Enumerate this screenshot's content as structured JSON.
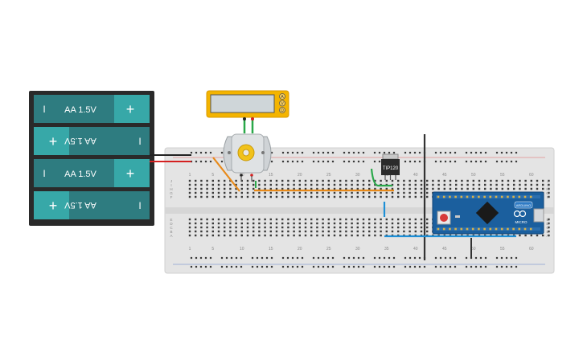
{
  "battery_pack": {
    "cells": [
      {
        "label": "AA 1.5V",
        "minus": "I",
        "plus": "+",
        "flipped": false
      },
      {
        "label": "AA 1.5V",
        "minus": "I",
        "plus": "+",
        "flipped": true
      },
      {
        "label": "AA 1.5V",
        "minus": "I",
        "plus": "+",
        "flipped": false
      },
      {
        "label": "AA 1.5V",
        "minus": "I",
        "plus": "+",
        "flipped": true
      }
    ]
  },
  "multimeter": {
    "buttons": [
      "A",
      "V",
      "Ω"
    ]
  },
  "transistor": {
    "label": "TIP120"
  },
  "arduino": {
    "board_label": "ARDUINO",
    "brand_label": "MICRO"
  },
  "breadboard": {
    "column_numbers": [
      "1",
      "5",
      "10",
      "15",
      "20",
      "25",
      "30",
      "35",
      "40",
      "45",
      "50",
      "55",
      "60"
    ],
    "row_letters_top": [
      "J",
      "I",
      "H",
      "G",
      "F"
    ],
    "row_letters_bottom": [
      "E",
      "D",
      "C",
      "B",
      "A"
    ]
  },
  "colors": {
    "battery_body": "#2a2a2a",
    "battery_cell": "#2e7c80",
    "battery_cap": "#37a8a8",
    "breadboard": "#e4e4e4",
    "multimeter": "#f4b400",
    "arduino": "#1b5f9e",
    "wire_orange": "#e88a1a",
    "wire_green": "#2aa84a",
    "wire_blue": "#1e8fd6",
    "wire_red": "#d42020",
    "wire_black": "#222222"
  }
}
